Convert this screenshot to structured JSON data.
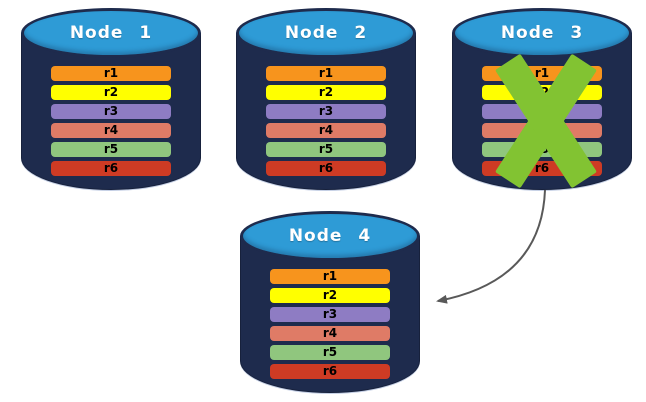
{
  "palette": {
    "cylinder_body": "#1E2B4D",
    "cylinder_top": "#2E9BD6",
    "node_label_color": "#FFFFFF",
    "row_label_color": "#000000",
    "failure_x_color": "#82C332",
    "arrow_color": "#595959"
  },
  "rows": [
    {
      "label": "r1",
      "color": "#F7941D"
    },
    {
      "label": "r2",
      "color": "#FFFF00"
    },
    {
      "label": "r3",
      "color": "#8E7CC3"
    },
    {
      "label": "r4",
      "color": "#DF7B66"
    },
    {
      "label": "r5",
      "color": "#90C67E"
    },
    {
      "label": "r6",
      "color": "#CE3B24"
    }
  ],
  "nodes": [
    {
      "label": "Node 1",
      "failed": false
    },
    {
      "label": "Node 2",
      "failed": false
    },
    {
      "label": "Node 3",
      "failed": true
    },
    {
      "label": "Node 4",
      "failed": false
    }
  ]
}
